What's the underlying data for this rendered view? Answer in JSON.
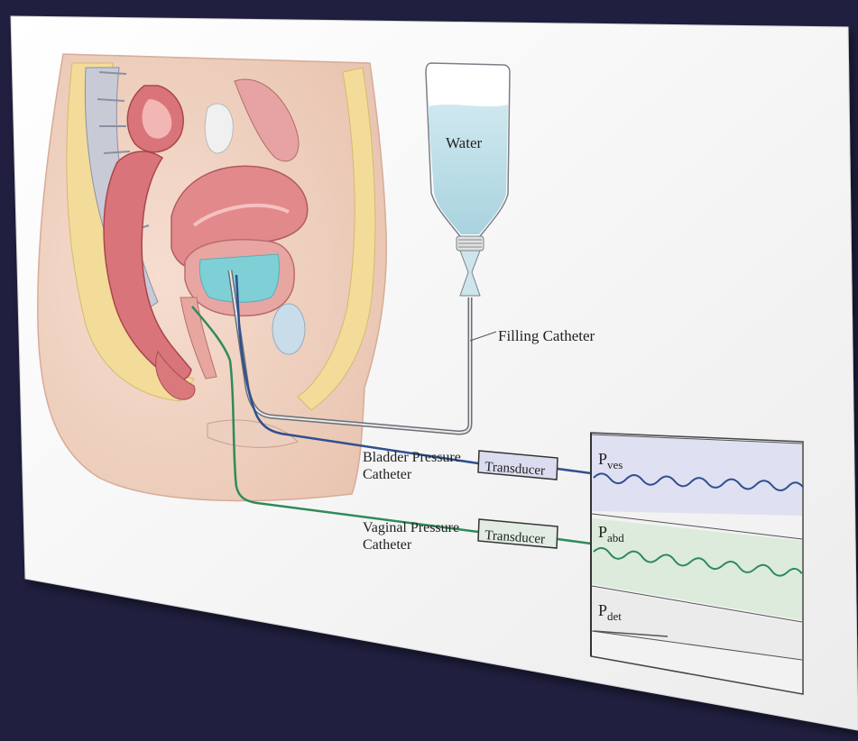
{
  "diagram": {
    "water_label": "Water",
    "filling_catheter_label": "Filling Catheter",
    "bladder_catheter_line1": "Bladder Pressure",
    "bladder_catheter_line2": "Catheter",
    "vaginal_catheter_line1": "Vaginal Pressure",
    "vaginal_catheter_line2": "Catheter",
    "transducer_top": "Transducer",
    "transducer_bottom": "Transducer",
    "trace_ves_main": "P",
    "trace_ves_sub": "ves",
    "trace_abd_main": "P",
    "trace_abd_sub": "abd",
    "trace_det_main": "P",
    "trace_det_sub": "det"
  },
  "colors": {
    "background": "#201f3f",
    "slide": "#f4f4f4",
    "water": "#b9dce6",
    "bladder_catheter": "#2f4f8f",
    "vaginal_catheter": "#2f8a5a",
    "ves_panel": "#dfe0f2",
    "abd_panel": "#dcebdc",
    "det_panel": "#ebebeb"
  }
}
